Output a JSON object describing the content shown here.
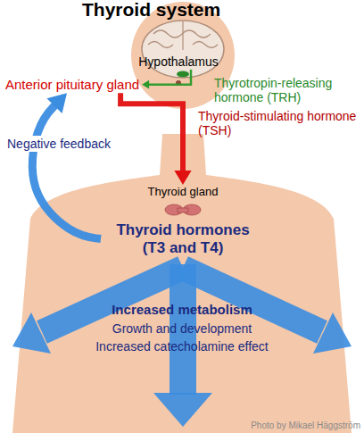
{
  "diagram": {
    "title": "Thyroid system",
    "nodes": [
      {
        "text": [
          "Hypothalamus"
        ]
      },
      {
        "text": [
          "Anterior pituitary gland"
        ]
      },
      {
        "text": [
          "Thyroid gland"
        ]
      },
      {
        "text": [
          "Thyroid hormones (T3 and T4)"
        ]
      }
    ],
    "edges": [
      {
        "from": 0,
        "to": 1,
        "label": "Thyrotropin-releasing hormone (TRH)",
        "arrow": "to"
      },
      {
        "from": 1,
        "to": 2,
        "label": "Thyroid-stimulating hormone (TSH)",
        "arrow": "to"
      },
      {
        "from": 3,
        "to": 1,
        "label": "Negative feedback",
        "arrow": "to"
      }
    ],
    "labels": [
      "Increased metabolism",
      "Growth and development",
      "Increased catecholamine effect",
      "Photo by Mikael Häggström"
    ]
  }
}
